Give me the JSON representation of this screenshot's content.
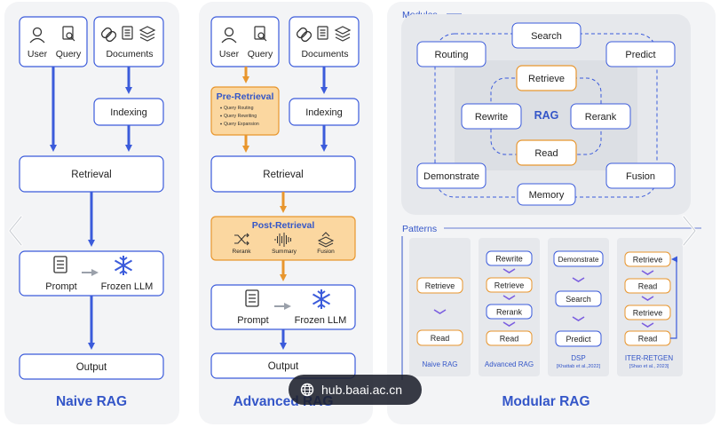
{
  "naive": {
    "user": "User",
    "query": "Query",
    "documents": "Documents",
    "indexing": "Indexing",
    "retrieval": "Retrieval",
    "prompt": "Prompt",
    "frozen_llm": "Frozen LLM",
    "output": "Output",
    "title": "Naive RAG"
  },
  "advanced": {
    "user": "User",
    "query": "Query",
    "documents": "Documents",
    "indexing": "Indexing",
    "pre_retrieval": "Pre-Retrieval",
    "pre_items": [
      "Query Routing",
      "Query Rewriting",
      "Query Expansion"
    ],
    "retrieval": "Retrieval",
    "post_retrieval": "Post-Retrieval",
    "post_items": [
      "Rerank",
      "Summary",
      "Fusion"
    ],
    "prompt": "Prompt",
    "frozen_llm": "Frozen LLM",
    "output": "Output",
    "title": "Advanced RAG"
  },
  "modular": {
    "modules_label": "Modules",
    "modules": {
      "search": "Search",
      "routing": "Routing",
      "predict": "Predict",
      "retrieve": "Retrieve",
      "rewrite": "Rewrite",
      "rag": "RAG",
      "rerank": "Rerank",
      "read": "Read",
      "demonstrate": "Demonstrate",
      "fusion": "Fusion",
      "memory": "Memory"
    },
    "patterns_label": "Patterns",
    "patterns": {
      "naive_rag": {
        "label": "Naive RAG",
        "steps": [
          "Retrieve",
          "Read"
        ]
      },
      "advanced_rag": {
        "label": "Advanced RAG",
        "steps": [
          "Rewrite",
          "Retrieve",
          "Rerank",
          "Read"
        ]
      },
      "dsp": {
        "label": "DSP",
        "cite": "[Khattab et al.,2022]",
        "steps": [
          "Demonstrate",
          "Search",
          "Predict"
        ]
      },
      "iter_retgen": {
        "label": "ITER-RETGEN",
        "cite": "[Shao et al., 2023]",
        "steps": [
          "Retrieve",
          "Read",
          "Retrieve",
          "Read"
        ]
      }
    },
    "title": "Modular RAG"
  },
  "watermark": {
    "text": "hub.baai.ac.cn",
    "icon": "globe-icon"
  },
  "colors": {
    "panel": "#f3f4f6",
    "box_border": "#3b5bdb",
    "arrow_blue": "#3b5bdb",
    "arrow_orange": "#e8962e",
    "orange_fill": "#fbd7a0",
    "title_blue": "#3456c8",
    "module_bg": "#e6e8ec",
    "purple_chevron": "#7b5ee0"
  }
}
